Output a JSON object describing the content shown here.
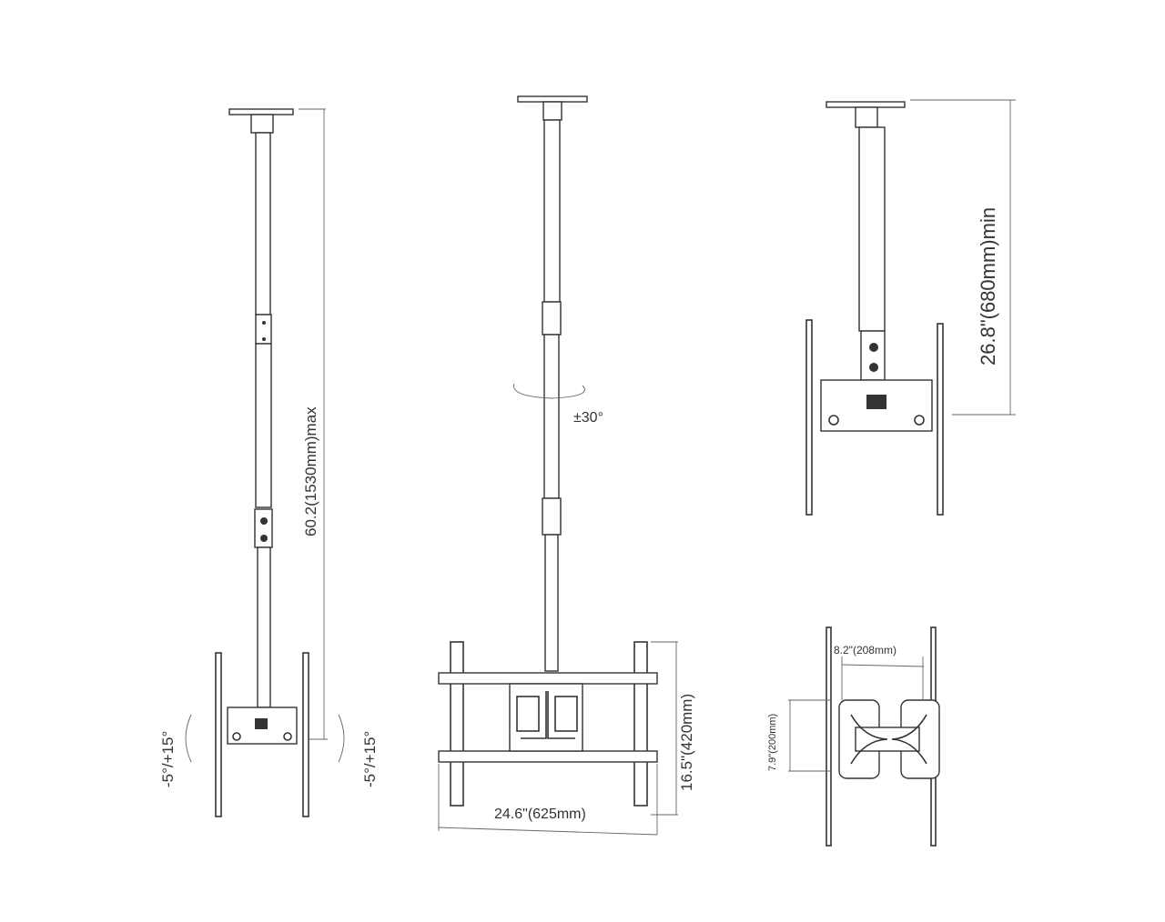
{
  "labels": {
    "height_max": "60.2(1530mm)max",
    "tilt_left": "-5°/+15°",
    "tilt_right": "-5°/+15°",
    "swivel": "±30°",
    "height_min": "26.8\"(680mm)min",
    "bracket_height": "16.5\"(420mm)",
    "bracket_width": "24.6\"(625mm)",
    "vesa_width": "8.2\"(208mm)",
    "vesa_height": "7.9\"(200mm)"
  },
  "colors": {
    "line": "#333333",
    "background": "#ffffff"
  }
}
